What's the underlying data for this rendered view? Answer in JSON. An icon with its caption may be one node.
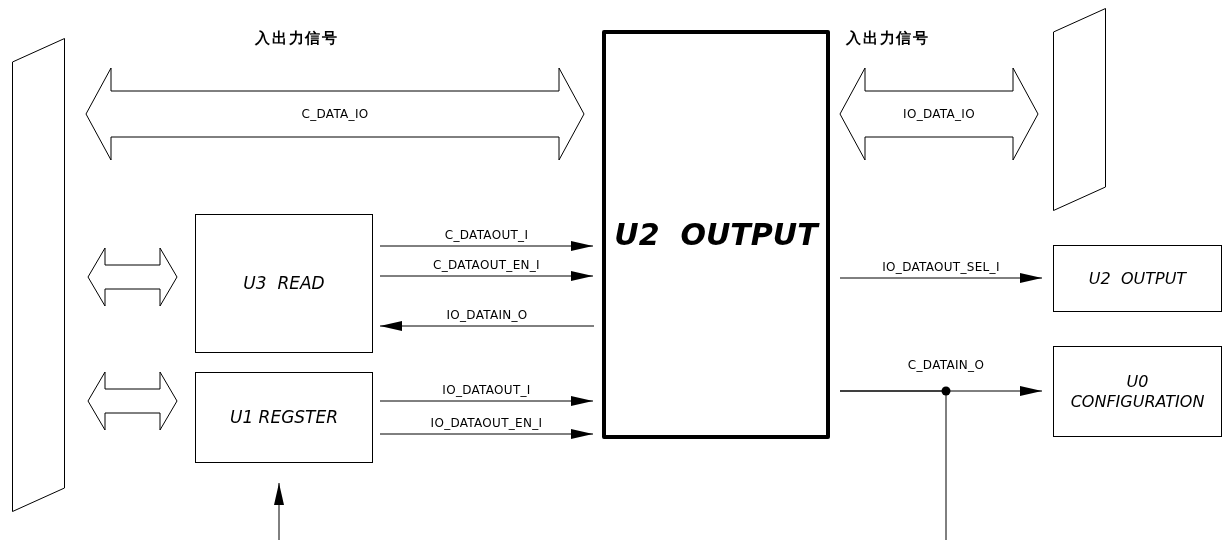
{
  "diagram": {
    "nodes": [
      {
        "text": [],
        "shape": "box"
      },
      {
        "text": [
          "U3  READ"
        ]
      },
      {
        "text": [
          "U1 REGSTER"
        ]
      },
      {
        "text": [
          "U2  OUTPUT"
        ]
      },
      {
        "text": [],
        "shape": "box"
      },
      {
        "text": [
          "U2  OUTPUT"
        ]
      },
      {
        "text": [
          "U0 CONFIGURATION"
        ]
      }
    ],
    "edges": [
      {
        "from": 0,
        "to": 3,
        "arrow": "both",
        "label": "C_DATA_IO",
        "style": "thick"
      },
      {
        "from": 3,
        "to": 4,
        "arrow": "both",
        "label": "IO_DATA_IO",
        "style": "thick"
      },
      {
        "from": 0,
        "to": 1,
        "arrow": "both",
        "style": "thick"
      },
      {
        "from": 0,
        "to": 2,
        "arrow": "both",
        "style": "thick"
      },
      {
        "from": 1,
        "to": 3,
        "arrow": "to",
        "label": "C_DATAOUT_I"
      },
      {
        "from": 1,
        "to": 3,
        "arrow": "to",
        "label": "C_DATAOUT_EN_I"
      },
      {
        "from": 3,
        "to": 1,
        "arrow": "to",
        "label": "IO_DATAIN_O"
      },
      {
        "from": 2,
        "to": 3,
        "arrow": "to",
        "label": "IO_DATAOUT_I"
      },
      {
        "from": 2,
        "to": 3,
        "arrow": "to",
        "label": "IO_DATAOUT_EN_I"
      },
      {
        "from": 3,
        "to": 5,
        "arrow": "to",
        "label": "IO_DATAOUT_SEL_I"
      },
      {
        "from": 3,
        "to": 6,
        "arrow": "to",
        "label": "C_DATAIN_O"
      },
      {
        "from": 3,
        "to": null,
        "arrow": "none"
      },
      {
        "from": null,
        "to": 2,
        "arrow": "to"
      }
    ],
    "labels": [
      "入出力信号",
      "入出力信号"
    ]
  }
}
